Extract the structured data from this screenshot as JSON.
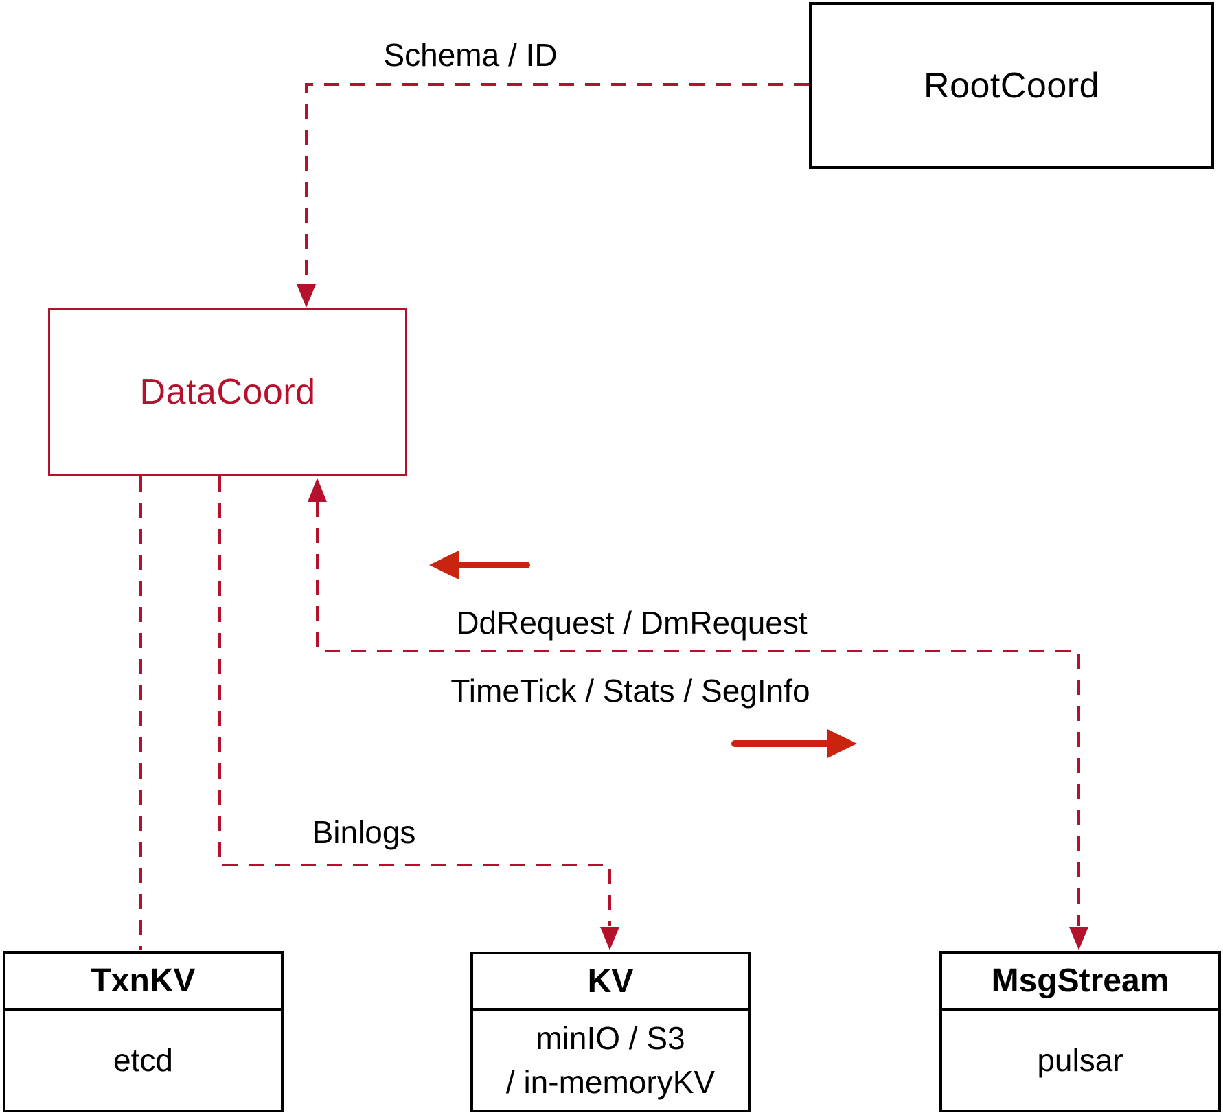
{
  "diagram": {
    "nodes": {
      "rootcoord": {
        "label": "RootCoord"
      },
      "datacoord": {
        "label": "DataCoord"
      },
      "txnkv": {
        "title": "TxnKV",
        "body": "etcd"
      },
      "kv": {
        "title": "KV",
        "body_line1": "minIO / S3",
        "body_line2": "/ in-memoryKV"
      },
      "msgstream": {
        "title": "MsgStream",
        "body": "pulsar"
      }
    },
    "edge_labels": {
      "schema_id": "Schema / ID",
      "dd_dm_request": "DdRequest / DmRequest",
      "timetick_stats_seginfo": "TimeTick / Stats / SegInfo",
      "binlogs": "Binlogs"
    }
  },
  "colors": {
    "crimson": "#b4122c",
    "arrow-red": "#c9240f",
    "box-border": "#000000",
    "background": "#ffffff"
  }
}
